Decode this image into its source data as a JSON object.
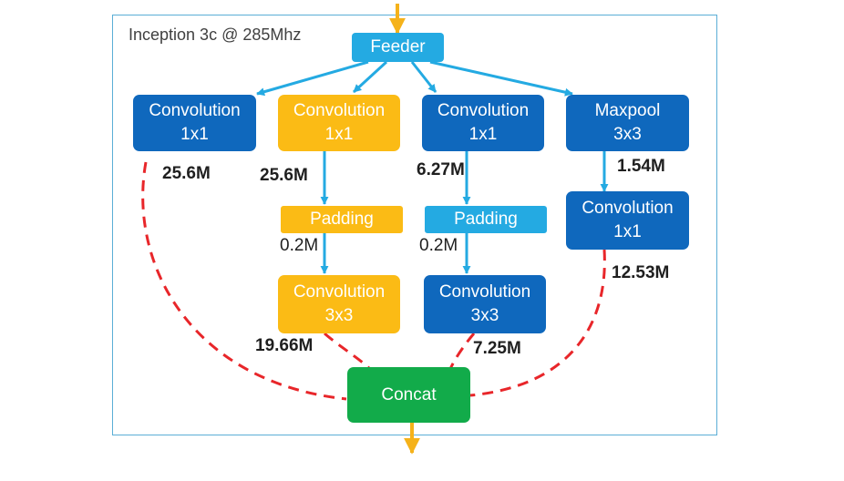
{
  "title": "Inception  3c @ 285Mhz",
  "colors": {
    "frame": "#5aaed6",
    "dark_blue": "#0f68bd",
    "gold": "#fbbb15",
    "light_blue": "#24aae2",
    "green": "#12ab4a",
    "arrow": "#24aae2",
    "io_arrow": "#f5b21a",
    "dashed": "#e8262a"
  },
  "nodes": {
    "feeder": "Feeder",
    "conv_a": {
      "line1": "Convolution",
      "line2": "1x1"
    },
    "conv_b": {
      "line1": "Convolution",
      "line2": "1x1"
    },
    "conv_c": {
      "line1": "Convolution",
      "line2": "1x1"
    },
    "maxpool": {
      "line1": "Maxpool",
      "line2": "3x3"
    },
    "pad_b": "Padding",
    "pad_c": "Padding",
    "conv_b3": {
      "line1": "Convolution",
      "line2": "3x3"
    },
    "conv_c3": {
      "line1": "Convolution",
      "line2": "3x3"
    },
    "conv_d": {
      "line1": "Convolution",
      "line2": "1x1"
    },
    "concat": "Concat"
  },
  "stats": {
    "a": "25.6M",
    "b": "25.6M",
    "c": "6.27M",
    "d": "1.54M",
    "pad_b": "0.2M",
    "pad_c": "0.2M",
    "b3": "19.66M",
    "c3": "7.25M",
    "d2": "12.53M"
  }
}
